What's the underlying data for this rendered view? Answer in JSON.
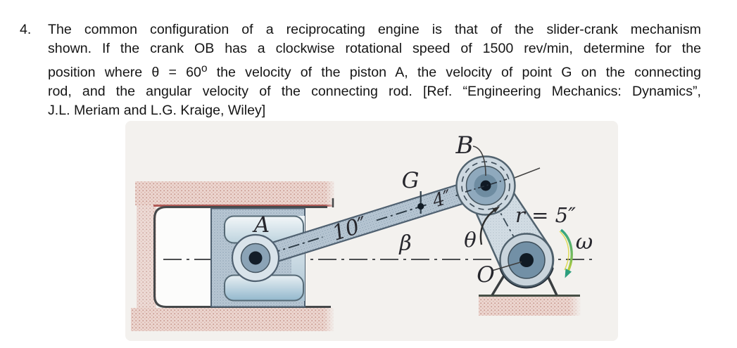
{
  "problem": {
    "number": "4.",
    "line1": "The common configuration of a reciprocating engine is that of the slider-crank mechanism",
    "line2": "shown. If the crank OB has a clockwise rotational speed of 1500 rev/min, determine for the",
    "line3_pre": "position where θ = 60",
    "line3_sup": "o",
    "line3_post": " the velocity of the piston A, the velocity of point G on the connecting",
    "line4": "rod, and the angular velocity of the connecting rod. [Ref. “Engineering Mechanics: Dynamics”,",
    "line5": "J.L. Meriam and L.G. Kraige, Wiley]"
  },
  "figure": {
    "labels": {
      "piston_pin": "A",
      "crank_pin": "B",
      "mass_center": "G",
      "fixed_pivot": "O",
      "theta": "θ",
      "beta": "β",
      "omega": "ω",
      "crank_radius": "r = 5″",
      "rod_length": "10″",
      "g_offset": "4″"
    },
    "values": {
      "crank_speed": "1500 rev/min",
      "crank_angle": "60°",
      "crank_radius_in": 5,
      "rod_length_in": 10,
      "g_offset_from_B_in": 4
    },
    "colors": {
      "figure_background": "#f3f1ee",
      "wall_pink": "#ecd6d0",
      "metal_blue": "#b7c6d3",
      "crank_light": "#d3dde4",
      "pin_dark": "#131d29",
      "omega_green": "#2fa484",
      "omega_yellow": "#cfd22f",
      "maroon_line": "#b05a56",
      "ground_line": "#474f45"
    }
  }
}
